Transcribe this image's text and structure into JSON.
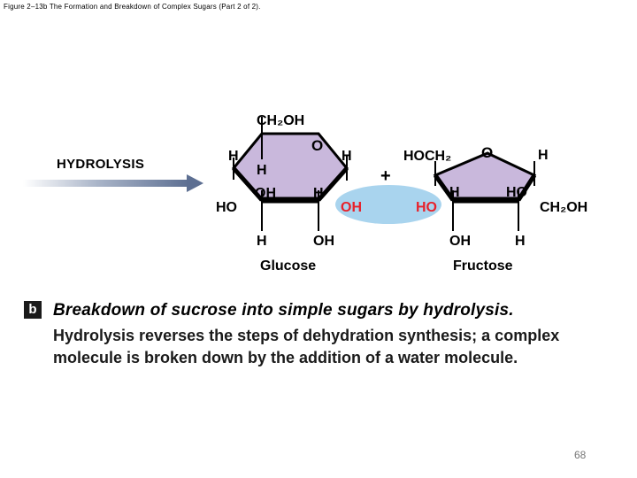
{
  "caption": "Figure 2–13b The Formation and Breakdown of Complex Sugars (Part 2 of 2).",
  "reaction_label": "HYDROLYSIS",
  "glucose": {
    "name": "Glucose",
    "top_group": "CH₂OH",
    "ring_oxygen": "O",
    "c1_top": "H",
    "c5_top": "H",
    "c4_left": "HO",
    "c4_inner": "OH",
    "c3_inner": "H",
    "c2_bottom": "OH",
    "c3_bottom": "H",
    "c1_hydroxyl": "OH"
  },
  "plus_sign": "+",
  "fructose": {
    "name": "Fructose",
    "left_group": "HOCH₂",
    "ring_oxygen": "O",
    "right_top": "H",
    "c_inner_left": "H",
    "c_inner_right": "HO",
    "right_group": "CH₂OH",
    "bottom_left": "OH",
    "bottom_right": "H",
    "hydroxyl": "HO"
  },
  "section_badge": "b",
  "heading": "Breakdown of sucrose into simple sugars by hydrolysis.",
  "body": "Hydrolysis reverses the steps of dehydration synthesis; a complex molecule is broken down by the addition of a water molecule.",
  "page_number": "68",
  "colors": {
    "ring_fill": "#c9b8dc",
    "water_bubble": "#a9d4ee",
    "hydroxyl_text": "#e8212a",
    "arrow": "#6d7fa0"
  }
}
